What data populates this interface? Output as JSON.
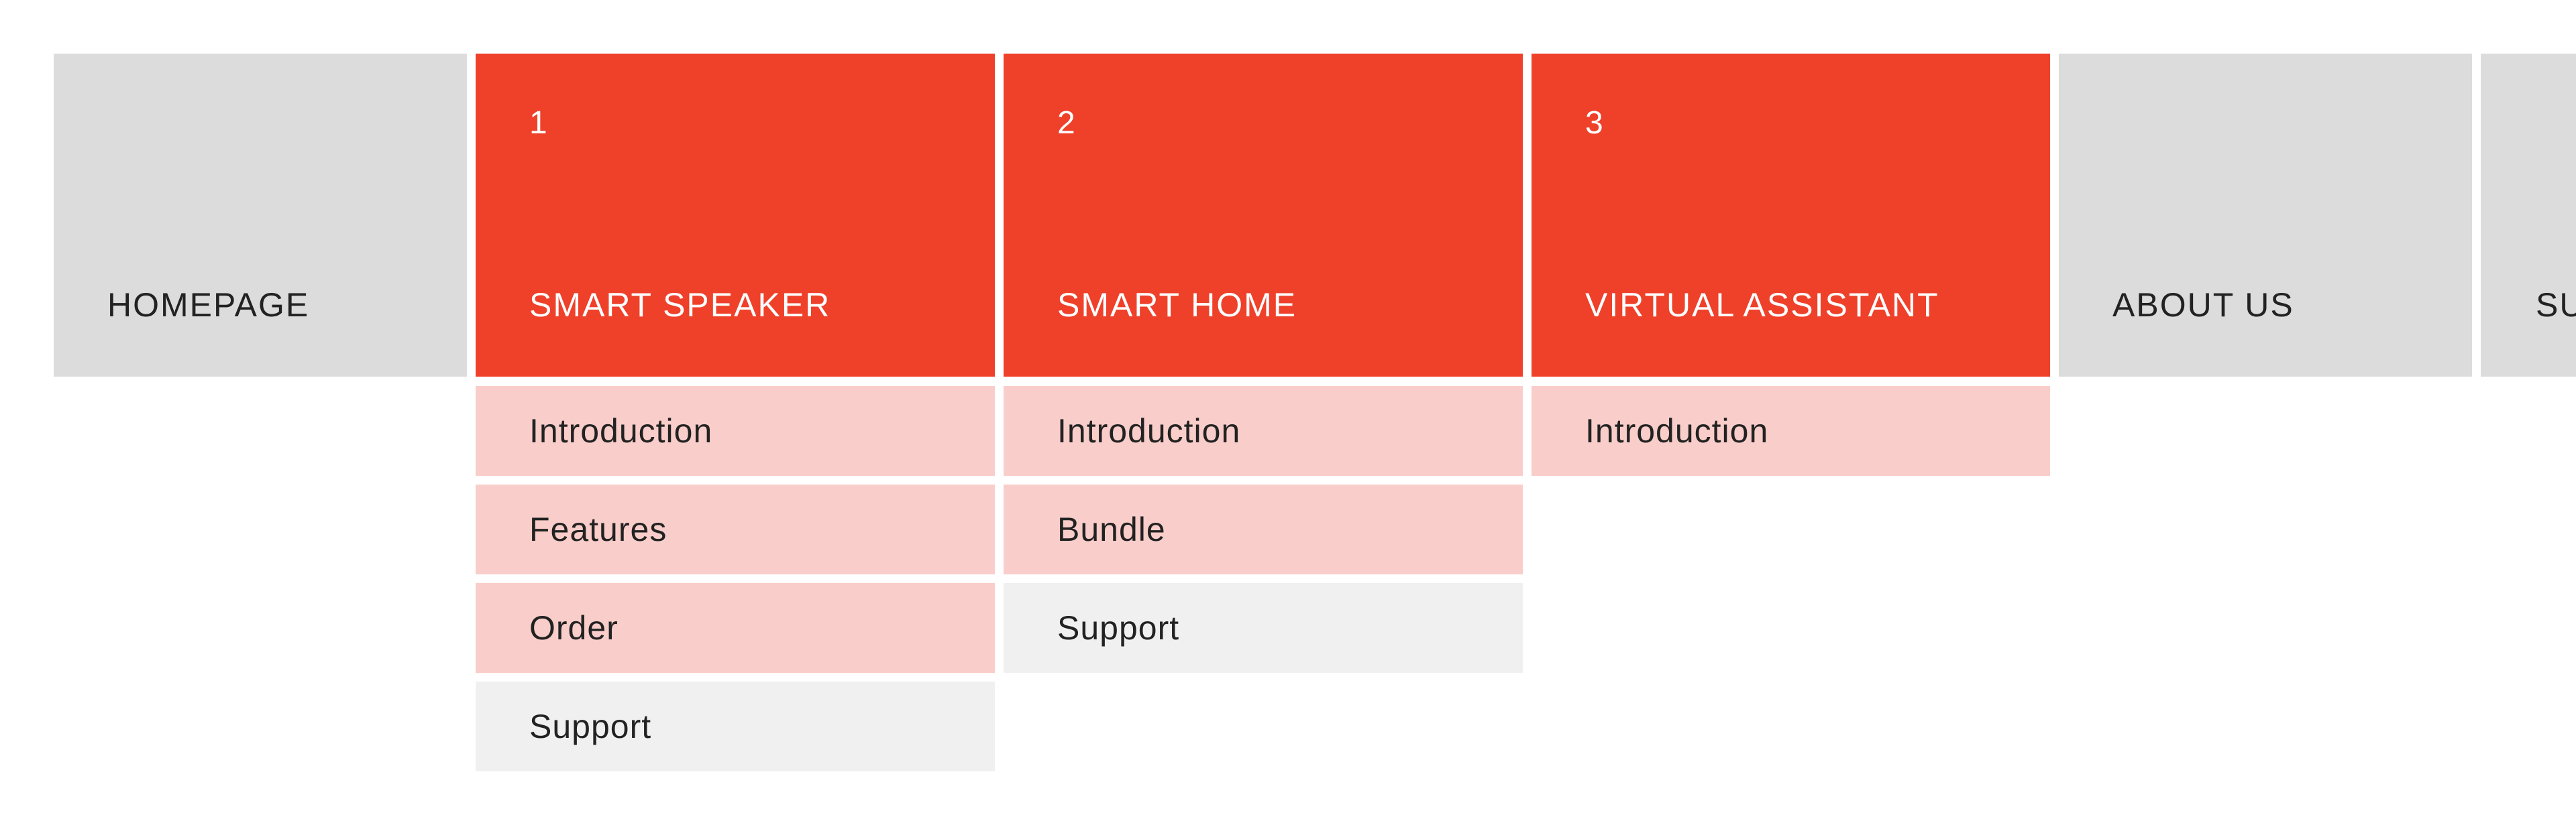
{
  "colors": {
    "active": "#ef402a",
    "inactive": "#dcdcdc",
    "submenu_highlight": "#f9cdc9",
    "submenu_plain": "#f0f0f0"
  },
  "nav": {
    "homepage": {
      "label": "HOMEPAGE"
    },
    "smart_speaker": {
      "number": "1",
      "label": "SMART SPEAKER",
      "items": [
        "Introduction",
        "Features",
        "Order",
        "Support"
      ]
    },
    "smart_home": {
      "number": "2",
      "label": "SMART HOME",
      "items": [
        "Introduction",
        "Bundle",
        "Support"
      ]
    },
    "virtual_assistant": {
      "number": "3",
      "label": "VIRTUAL ASSISTANT",
      "items": [
        "Introduction"
      ]
    },
    "about_us": {
      "label": "ABOUT US"
    },
    "cutoff": {
      "label": "SU"
    }
  }
}
